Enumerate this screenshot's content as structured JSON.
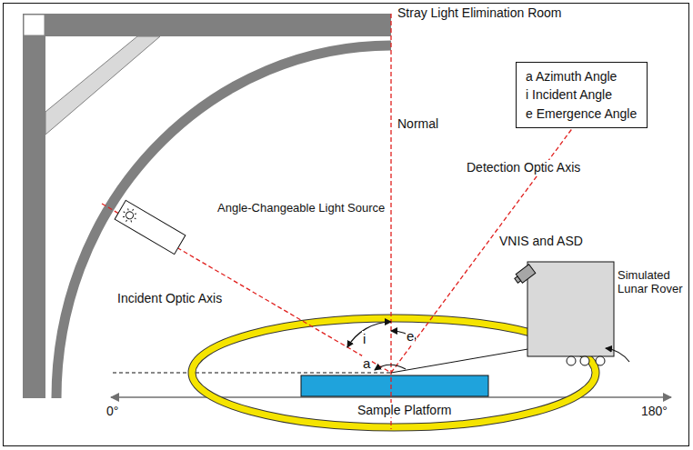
{
  "diagram": {
    "nodes": [
      {
        "text": [
          "a Azimuth Angle",
          "i Incident Angle",
          "e Emergence Angle"
        ]
      }
    ],
    "labels": [
      "Stray Light Elimination Room",
      "Normal",
      "Detection Optic Axis",
      "Angle-Changeable Light Source",
      "VNIS and ASD",
      "Simulated Lunar Rover",
      "Incident Optic Axis",
      "i",
      "e",
      "a",
      "0°",
      "180°",
      "Sample Platform"
    ]
  }
}
